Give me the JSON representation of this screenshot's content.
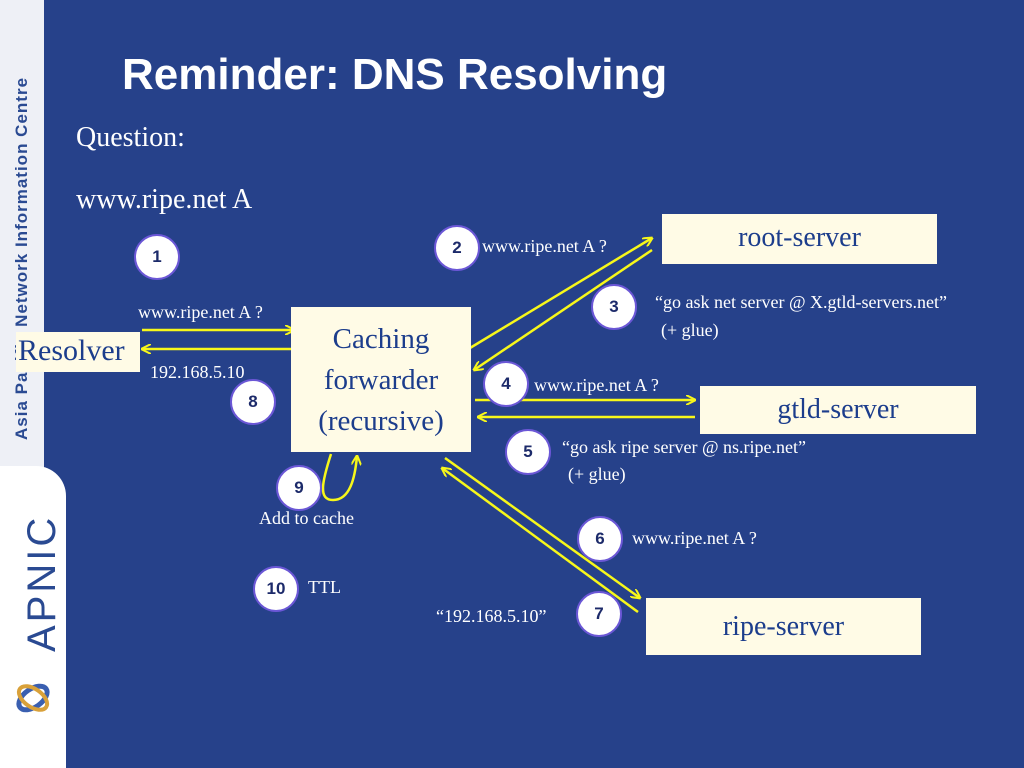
{
  "org": {
    "tagline": "Asia Pacific Network Information Centre",
    "brand": "APNIC"
  },
  "title": "Reminder: DNS Resolving",
  "question": {
    "label": "Question:",
    "query": "www.ripe.net A"
  },
  "boxes": {
    "resolver": "Resolver",
    "caching": [
      "Caching",
      "forwarder",
      "(recursive)"
    ],
    "root": "root-server",
    "gtld": "gtld-server",
    "ripe": "ripe-server"
  },
  "steps": {
    "s1": "1",
    "s2": "2",
    "s3": "3",
    "s4": "4",
    "s5": "5",
    "s6": "6",
    "s7": "7",
    "s8": "8",
    "s9": "9",
    "s10": "10"
  },
  "labels": {
    "query_resolver": "www.ripe.net A ?",
    "answer_resolver": "192.168.5.10",
    "query_root": "www.ripe.net A ?",
    "referral_root": "“go ask net server @ X.gtld-servers.net”",
    "glue_root": "(+ glue)",
    "query_gtld": "www.ripe.net A ?",
    "referral_gtld": "“go ask ripe server @ ns.ripe.net”",
    "glue_gtld": "(+ glue)",
    "query_ripe": "www.ripe.net A ?",
    "answer_ripe": "“192.168.5.10”",
    "add_to_cache": "Add to cache",
    "ttl": "TTL"
  },
  "colors": {
    "background": "#26418a",
    "arrow": "#f7f71a",
    "box_fill": "#fffbe6",
    "box_text": "#1c3d8c",
    "circle_border": "#6b57d6"
  }
}
